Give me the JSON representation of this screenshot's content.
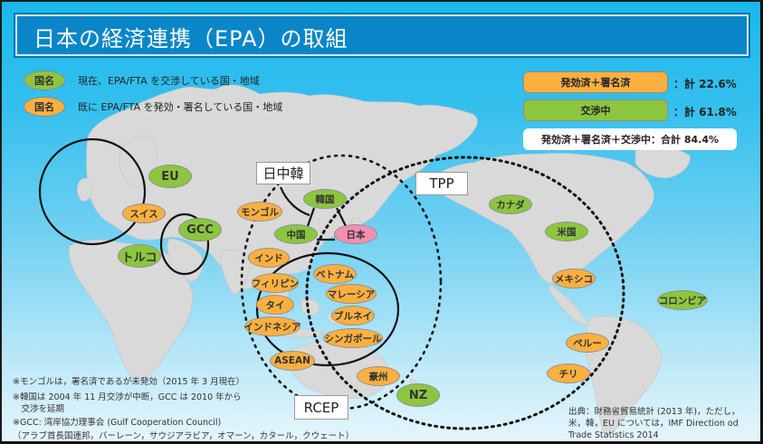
{
  "title": "日本の経済連携（EPA）の取組",
  "legend": [
    {
      "badge": "国名",
      "color": "green",
      "text": "現在、EPA/FTA を交渉している国・地域"
    },
    {
      "badge": "国名",
      "color": "orange",
      "text": "既に EPA/FTA を発効・署名している国・地域"
    }
  ],
  "stats": {
    "effective_signed": {
      "label": "発効済＋署名済",
      "value": "：計 22.6%",
      "color": "#fbb040"
    },
    "negotiating": {
      "label": "交渉中",
      "value": "：計 61.8%",
      "color": "#8cc63f"
    },
    "total": "発効済＋署名済＋交渉中：合計 84.4%"
  },
  "groups": {
    "jck": "日中韓",
    "tpp": "TPP",
    "rcep": "RCEP"
  },
  "countries": {
    "eu": "EU",
    "switzerland": "スイス",
    "gcc": "GCC",
    "turkey": "トルコ",
    "mongolia": "モンゴル",
    "korea": "韓国",
    "china": "中国",
    "japan": "日本",
    "india": "インド",
    "philippines": "フィリピン",
    "thailand": "タイ",
    "indonesia": "インドネシア",
    "asean": "ASEAN",
    "vietnam": "ベトナム",
    "malaysia": "マレーシア",
    "brunei": "ブルネイ",
    "singapore": "シンガポール",
    "australia": "豪州",
    "nz": "NZ",
    "canada": "カナダ",
    "usa": "米国",
    "mexico": "メキシコ",
    "colombia": "コロンビア",
    "peru": "ペルー",
    "chile": "チリ"
  },
  "notes": [
    "※モンゴルは，署名済であるが未発効（2015 年 3 月現在）",
    "※韓国は 2004 年 11 月交渉が中断，GCC は 2010 年から",
    "　交渉を延期",
    "※GCC: 湾岸協力理事会 (Gulf Cooperation Council)",
    "（アラブ首長国連邦，バーレーン，サウジアラビア，オマーン，カタール，クウェート）"
  ],
  "source": [
    "出典：財務省貿易統計 (2013 年)，ただし，",
    "米，韓，EU については，IMF Direction od",
    "Trade Statistics 2014"
  ]
}
